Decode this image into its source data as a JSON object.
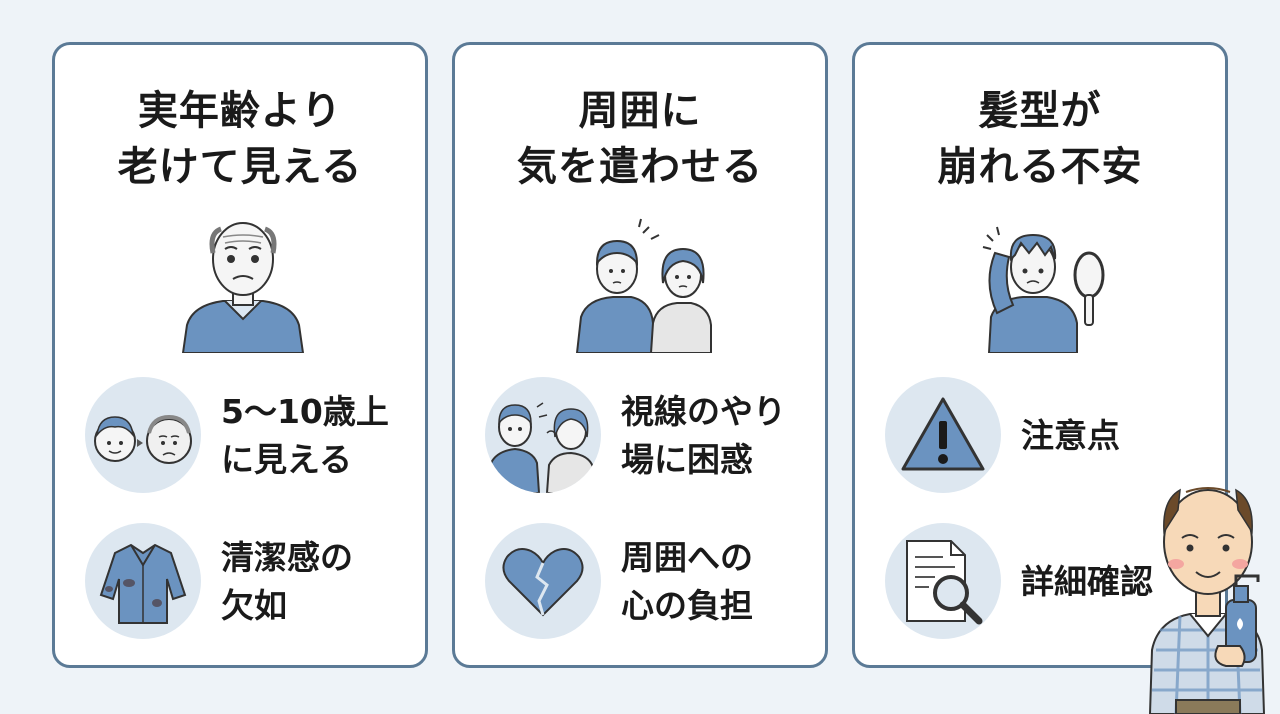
{
  "cards": [
    {
      "title_line1": "実年齢より",
      "title_line2": "老けて見える",
      "hero_icon": "elderly-man-icon",
      "items": [
        {
          "line1": "5〜10歳上",
          "line2": "に見える",
          "icon": "aging-faces-icon"
        },
        {
          "line1": "清潔感の",
          "line2": "欠如",
          "icon": "dirty-shirt-icon"
        }
      ]
    },
    {
      "title_line1": "周囲に",
      "title_line2": "気を遣わせる",
      "hero_icon": "worried-couple-icon",
      "items": [
        {
          "line1": "視線のやり",
          "line2": "場に困惑",
          "icon": "whispering-couple-icon"
        },
        {
          "line1": "周囲への",
          "line2": "心の負担",
          "icon": "broken-heart-icon"
        }
      ]
    },
    {
      "title_line1": "髪型が",
      "title_line2": "崩れる不安",
      "hero_icon": "man-with-mirror-icon",
      "items": [
        {
          "line1": "注意点",
          "icon": "warning-icon"
        },
        {
          "line1": "詳細確認",
          "icon": "document-search-icon"
        }
      ]
    }
  ],
  "colors": {
    "accent": "#6b93c0",
    "border": "#5b7a96",
    "circle": "#dde7f0",
    "background": "#eef3f8"
  }
}
